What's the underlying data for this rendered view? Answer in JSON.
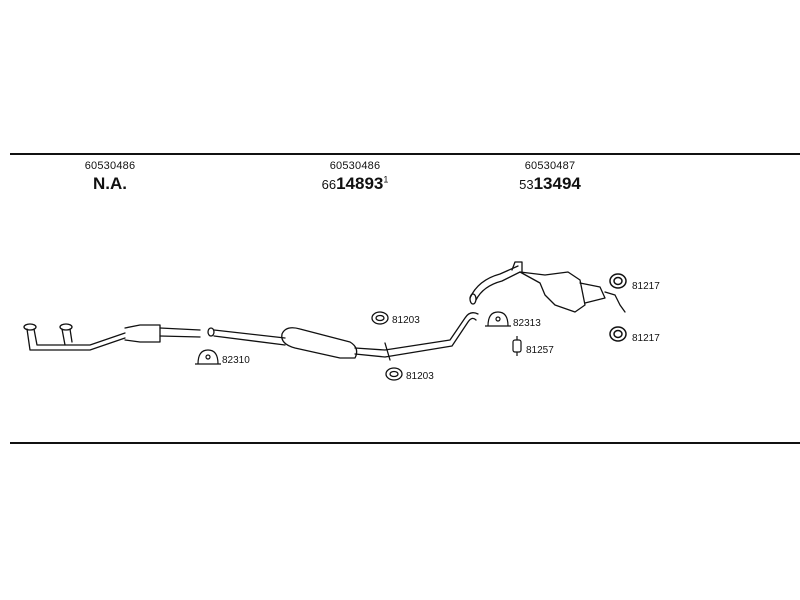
{
  "headers": [
    {
      "part_number": "60530486",
      "code_prefix": "",
      "code_main": "N.A.",
      "code_suffix": ""
    },
    {
      "part_number": "60530486",
      "code_prefix": "66",
      "code_main": "14893",
      "code_suffix": "1"
    },
    {
      "part_number": "60530487",
      "code_prefix": "53",
      "code_main": "13494",
      "code_suffix": ""
    }
  ],
  "parts": {
    "clamp_front": "82310",
    "ring_upper": "81203",
    "ring_lower": "81203",
    "clamp_rear": "82313",
    "hanger_rear": "81257",
    "ring_right_top": "81217",
    "ring_right_bottom": "81217"
  }
}
